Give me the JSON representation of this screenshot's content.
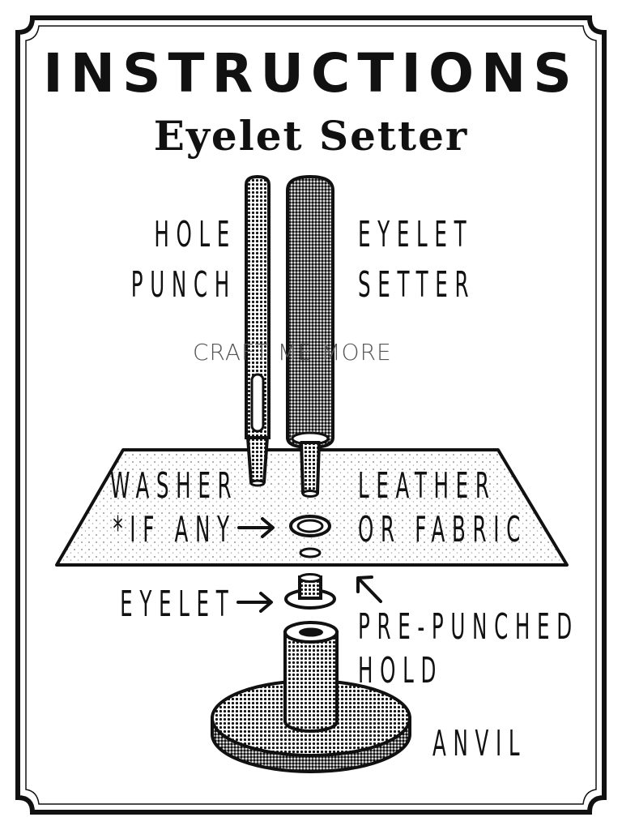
{
  "title": "INSTRUCTIONS",
  "subtitle": "Eyelet Setter",
  "brand": "CRAFT ME MORE",
  "labels": {
    "hole_punch_1": "HOLE",
    "hole_punch_2": "PUNCH",
    "eyelet_setter_1": "EYELET",
    "eyelet_setter_2": "SETTER",
    "washer_1": "WASHER",
    "washer_2": "*IF ANY",
    "leather_1": "LEATHER",
    "leather_2": "OR FABRIC",
    "eyelet": "EYELET",
    "prepunched_1": "PRE-PUNCHED",
    "prepunched_2": "HOLD",
    "anvil": "ANVIL"
  }
}
